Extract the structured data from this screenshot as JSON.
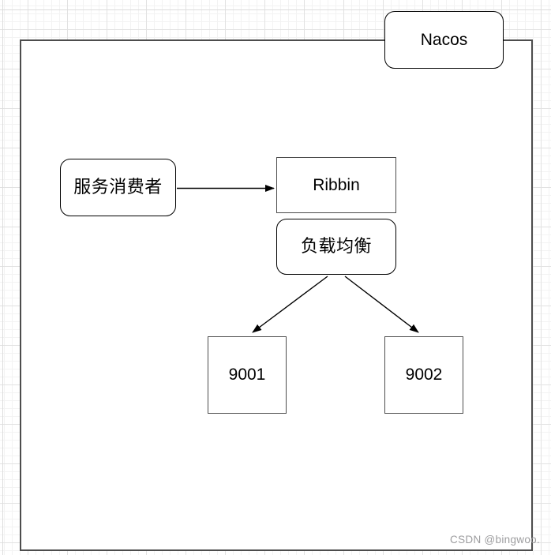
{
  "canvas": {
    "watermark": "CSDN @bingwoo."
  },
  "diagram": {
    "nodes": [
      {
        "id": "nacos",
        "label": "Nacos",
        "shape": "rounded-rectangle"
      },
      {
        "id": "consumer",
        "label": "服务消费者",
        "shape": "rounded-rectangle"
      },
      {
        "id": "ribbin",
        "label": "Ribbin",
        "shape": "rectangle"
      },
      {
        "id": "load-balancer",
        "label": "负载均衡",
        "shape": "rounded-rectangle"
      },
      {
        "id": "service-9001",
        "label": "9001",
        "shape": "rectangle"
      },
      {
        "id": "service-9002",
        "label": "9002",
        "shape": "rectangle"
      }
    ],
    "edges": [
      {
        "from": "consumer",
        "to": "ribbin",
        "type": "arrow"
      },
      {
        "from": "load-balancer",
        "to": "service-9001",
        "type": "arrow"
      },
      {
        "from": "load-balancer",
        "to": "service-9002",
        "type": "arrow"
      }
    ],
    "colors": {
      "rounded_node_border": "#000000",
      "rect_node_border": "#4d4d4d",
      "boundary_border": "#4d4d4d",
      "node_fill": "#ffffff",
      "text": "#000000",
      "arrow": "#000000",
      "watermark_text": "#9c9c9e"
    }
  }
}
